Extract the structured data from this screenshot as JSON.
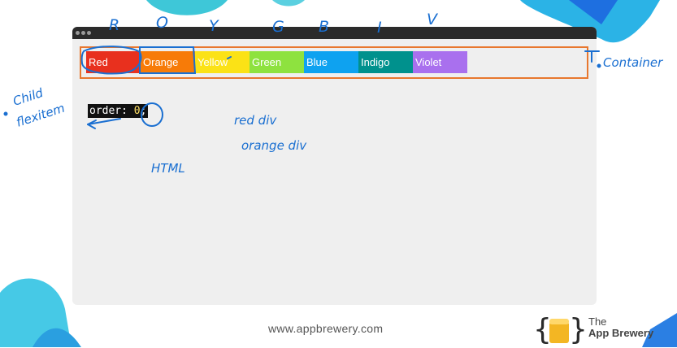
{
  "colors": {
    "red": "#e8301e",
    "orange": "#f77b08",
    "yellow": "#fbe216",
    "green": "#8ee23f",
    "blue": "#0ea2f0",
    "indigo": "#00918d",
    "violet": "#a970ee",
    "container_border": "#e8772e",
    "ink": "#1a6fd1",
    "teal_deco": "#3ec7d8"
  },
  "flex_items": [
    {
      "label": "Red",
      "color": "#e8301e"
    },
    {
      "label": "Orange",
      "color": "#f77b08"
    },
    {
      "label": "Yellow",
      "color": "#fbe216"
    },
    {
      "label": "Green",
      "color": "#8ee23f"
    },
    {
      "label": "Blue",
      "color": "#0ea2f0"
    },
    {
      "label": "Indigo",
      "color": "#00918d"
    },
    {
      "label": "Violet",
      "color": "#a970ee"
    }
  ],
  "code": {
    "property": "order:",
    "value": "0",
    "end": ";"
  },
  "annotations": {
    "letters": [
      "R",
      "O",
      "Y",
      "G",
      "B",
      "I",
      "V"
    ],
    "container": "Container",
    "child_line1": "Child",
    "child_line2": "flexitem",
    "red_div": "red div",
    "orange_div": "orange div",
    "html": "HTML"
  },
  "footer": {
    "url": "www.appbrewery.com"
  },
  "brand": {
    "line1": "The",
    "line2": "App Brewery",
    "icon": "braces-beer-icon"
  }
}
